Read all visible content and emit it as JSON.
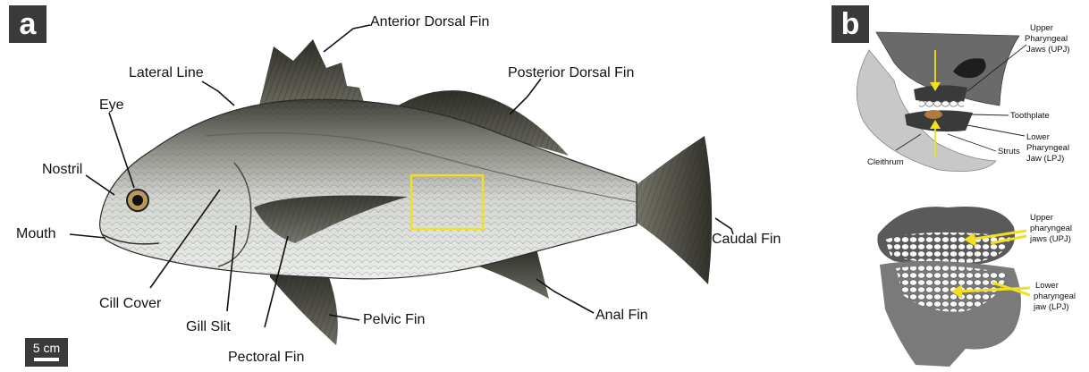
{
  "panel_a": {
    "letter": "a",
    "labels": {
      "anterior_dorsal_fin": "Anterior Dorsal Fin",
      "lateral_line": "Lateral Line",
      "posterior_dorsal_fin": "Posterior Dorsal Fin",
      "eye": "Eye",
      "nostril": "Nostril",
      "mouth": "Mouth",
      "caudal_fin": "Caudal Fin",
      "gill_cover": "Cill Cover",
      "gill_slit": "Gill Slit",
      "pelvic_fin": "Pelvic Fin",
      "anal_fin": "Anal Fin",
      "pectoral_fin": "Pectoral Fin"
    },
    "scale_bar": "5 cm",
    "highlight_color": "#f5e11b"
  },
  "panel_b": {
    "letter": "b",
    "top_labels": {
      "upj_1": "Upper",
      "upj_2": "Pharyngeal",
      "upj_3": "Jaws (UPJ)",
      "toothplate": "Toothplate",
      "lpj_1": "Lower",
      "lpj_2": "Pharyngeal",
      "lpj_3": "Jaw (LPJ)",
      "struts": "Struts",
      "cleithrum": "Cleithrum"
    },
    "bottom_labels": {
      "upj_1": "Upper",
      "upj_2": "pharyngeal",
      "upj_3": "jaws (UPJ)",
      "lpj_1": "Lower",
      "lpj_2": "pharyngeal",
      "lpj_3": "jaw (LPJ)"
    },
    "arrow_color": "#f0e020"
  }
}
